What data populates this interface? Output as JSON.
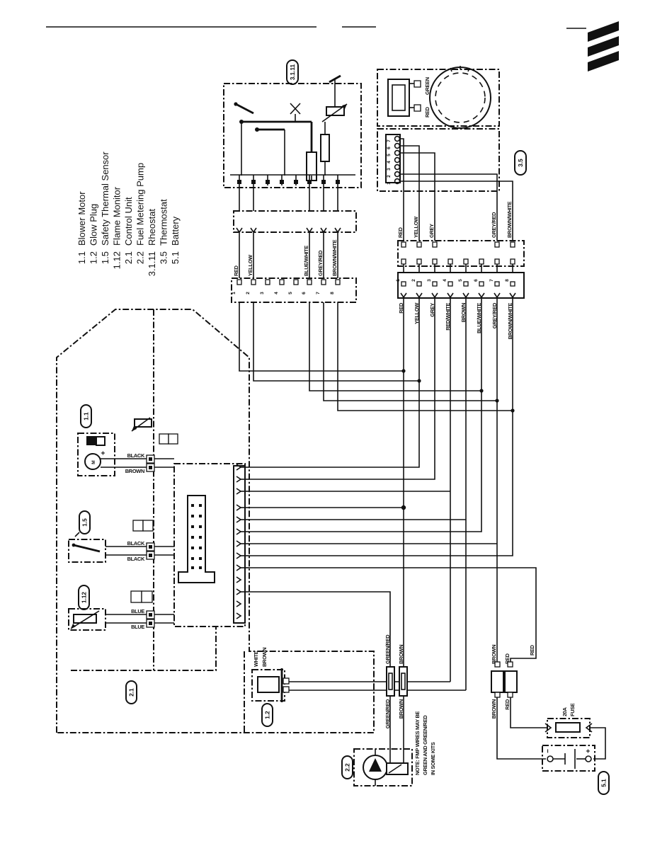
{
  "colors": {
    "ink": "#111111",
    "paper": "#ffffff"
  },
  "legend": {
    "items": [
      {
        "num": "1.1",
        "label": "Blower Motor"
      },
      {
        "num": "1.2",
        "label": "Glow Plug"
      },
      {
        "num": "1.5",
        "label": "Safety Thermal Sensor"
      },
      {
        "num": "1.12",
        "label": "Flame Monitor"
      },
      {
        "num": "2.1",
        "label": "Control Unit"
      },
      {
        "num": "2.2",
        "label": "Fuel Metering Pump"
      },
      {
        "num": "3.1.11",
        "label": "Rheostat"
      },
      {
        "num": "3.5",
        "label": "Thermostat"
      },
      {
        "num": "5.1",
        "label": "Battery"
      }
    ]
  },
  "tags": {
    "rheostat": "3.1.11",
    "thermostat": "3.5",
    "blower": "1.1",
    "safety_sensor": "1.5",
    "flame_monitor": "1.12",
    "control_unit": "2.1",
    "glow_plug": "1.2",
    "fuel_pump": "2.2",
    "battery": "5.1"
  },
  "thermostat": {
    "led_green": "GREEN",
    "led_red": "RED",
    "pins": [
      "7",
      "6",
      "5",
      "4",
      "3",
      "2",
      "1"
    ]
  },
  "main_harness": {
    "upper_labels": [
      "RED",
      "YELLOW",
      "GREY",
      "GREY/RED",
      "BROWN/WHITE"
    ],
    "pin_numbers": [
      "1",
      "2",
      "3",
      "4",
      "5",
      "6",
      "7",
      "8"
    ],
    "lower_labels": [
      "RED",
      "YELLOW",
      "GREY",
      "RED/WHITE",
      "BROWN",
      "BLUE/WHITE",
      "GREY/RED",
      "BROWN/WHITE"
    ]
  },
  "rheostat_harness": {
    "labels": [
      "RED",
      "YELLOW",
      "BLUE/WHITE",
      "GREY/RED",
      "BROWN/WHITE"
    ],
    "pin_numbers": [
      "1",
      "2",
      "3",
      "4",
      "5",
      "6",
      "7",
      "8"
    ]
  },
  "blower": {
    "wires": [
      "BLACK",
      "BROWN"
    ],
    "motor": "M",
    "plus": "+"
  },
  "safety_sensor": {
    "wires": [
      "BLACK",
      "BLACK"
    ]
  },
  "flame_monitor": {
    "wires": [
      "BLUE",
      "BLUE"
    ]
  },
  "glow_plug": {
    "wires": [
      "WHITE",
      "BROWN"
    ]
  },
  "fuel_pump": {
    "upper_wires": [
      "GREEN/RED",
      "BROWN"
    ],
    "lower_wires": [
      "GREEN/RED",
      "BROWN"
    ],
    "note": [
      "NOTE: FMP WIRES MAY BE",
      "GREEN AND GREEN/RED",
      "IN SOME KITS"
    ]
  },
  "battery_circuit": {
    "upper_wires": [
      "BROWN",
      "RED"
    ],
    "lower_wires": [
      "BROWN",
      "RED"
    ],
    "feed_wire": "RED",
    "fuse": [
      "20A",
      "FUSE"
    ],
    "minus": "−",
    "plus": "+"
  }
}
